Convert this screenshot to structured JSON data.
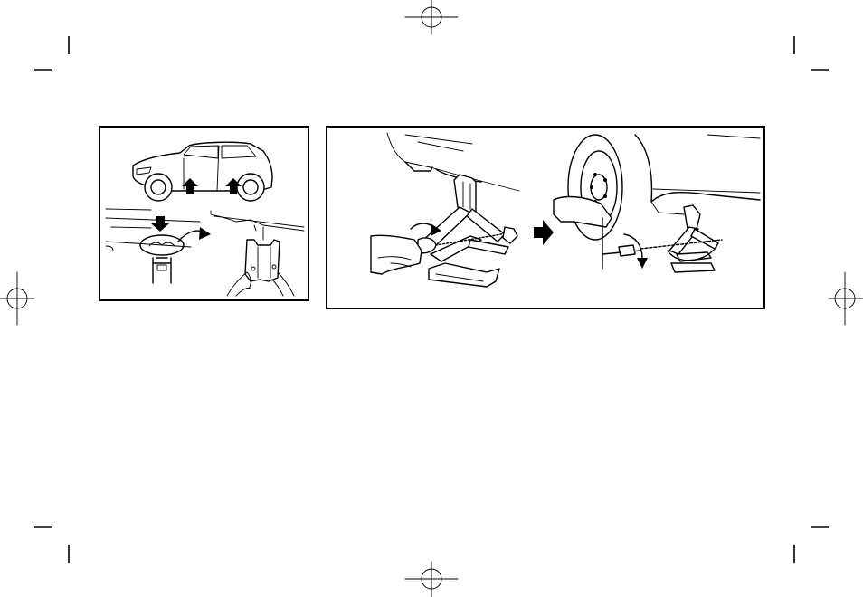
{
  "page": {
    "kind": "printed manual page",
    "background": "#ffffff",
    "ink_color": "#000000"
  },
  "figures": [
    {
      "description_icon": "jack-point-location-illustration",
      "panels": [
        "car-side-view",
        "jack-point-closeup",
        "jack-head-in-hand"
      ]
    },
    {
      "description_icon": "jack-raising-illustration",
      "panels": [
        "jack-under-sill-handle-turn",
        "jack-raising-vehicle-at-wheel"
      ]
    }
  ],
  "print_marks": {
    "registration_targets": 4,
    "crop_marks": 8
  }
}
